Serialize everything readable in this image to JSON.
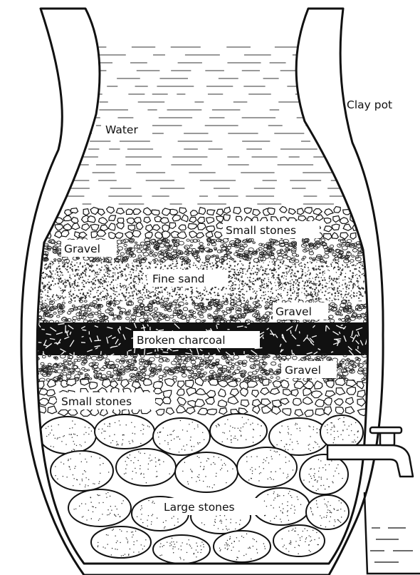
{
  "labels": {
    "clay_pot": "Clay pot",
    "water": "Water",
    "small_stones_top": "Small stones",
    "gravel_top": "Gravel",
    "fine_sand": "Fine sand",
    "gravel_middle": "Gravel",
    "broken_charcoal": "Broken charcoal",
    "gravel_lower": "Gravel",
    "small_stones_bottom": "Small stones",
    "large_stones": "Large stones"
  },
  "colors": {
    "ink": "#111111",
    "paper": "#ffffff"
  }
}
